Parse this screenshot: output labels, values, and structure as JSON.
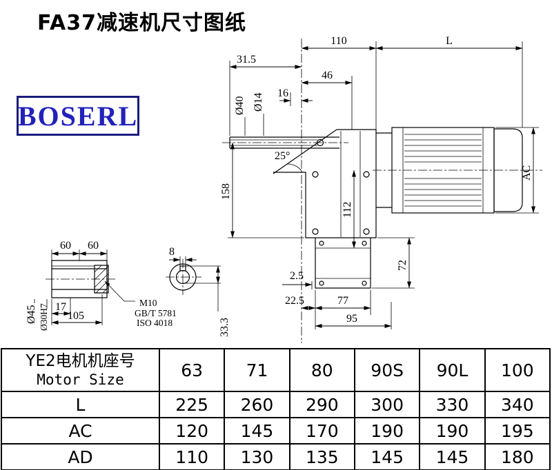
{
  "page": {
    "title": "FA37减速机尺寸图纸"
  },
  "logo": {
    "text": "BOSERL"
  },
  "drawing": {
    "dim_110": "110",
    "dim_L": "L",
    "dim_31_5": "31.5",
    "dim_46": "46",
    "dim_16": "16",
    "dim_dia40": "Ø40",
    "dim_dia14": "Ø14",
    "dim_angle": "25°",
    "dim_158": "158",
    "dim_112": "112",
    "dim_AC": "AC",
    "dim_72": "72",
    "dim_2_5": "2.5",
    "dim_22_5": "22.5",
    "dim_77": "77",
    "dim_95": "95"
  },
  "detail": {
    "dim_60_left": "60",
    "dim_60_right": "60",
    "dim_8": "8",
    "dim_dia45": "Ø45",
    "dim_dia30h7": "Ø30H7",
    "dim_17": "17",
    "dim_105": "105",
    "note_m10": "M10",
    "note_gbt": "GB/T 5781",
    "note_iso": "ISO 4018",
    "dim_33_3": "33.3"
  },
  "table": {
    "header_col": {
      "line1": "YE2电机机座号",
      "line2": "Motor Size"
    },
    "motor_sizes": [
      "63",
      "71",
      "80",
      "90S",
      "90L",
      "100"
    ],
    "rows": [
      {
        "label": "L",
        "values": [
          "225",
          "260",
          "290",
          "300",
          "330",
          "340"
        ]
      },
      {
        "label": "AC",
        "values": [
          "120",
          "145",
          "170",
          "190",
          "190",
          "195"
        ]
      },
      {
        "label": "AD",
        "values": [
          "110",
          "130",
          "135",
          "145",
          "145",
          "180"
        ]
      }
    ]
  }
}
